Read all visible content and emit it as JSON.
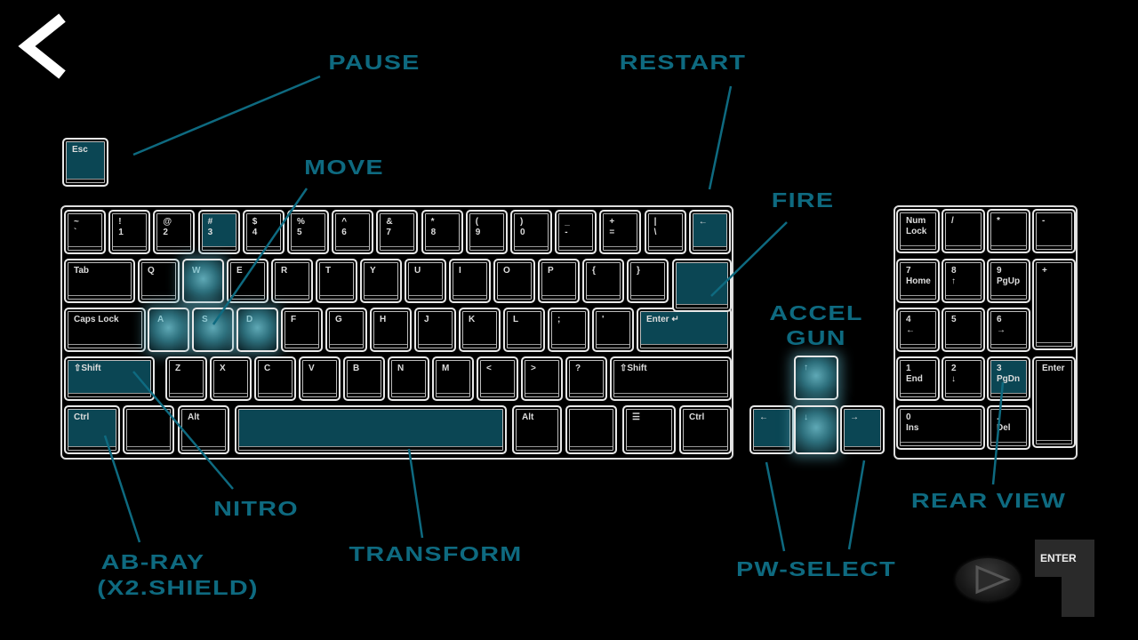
{
  "colors": {
    "accent": "#0e6a80",
    "key_highlight": "#0b4654"
  },
  "labels": {
    "pause": "PAUSE",
    "restart": "RESTART",
    "move": "MOVE",
    "fire": "FIRE",
    "accel": "ACCEL",
    "gun": "GUN",
    "nitro": "NITRO",
    "abray": "AB-RAY",
    "abray_sub": "(X2.SHIELD)",
    "transform": "TRANSFORM",
    "pw_select": "PW-SELECT",
    "rear_view": "REAR VIEW"
  },
  "esc_key": "Esc",
  "enter_button": "ENTER",
  "icons": {
    "back": "chevron-left-icon",
    "play": "play-icon"
  },
  "keyboard": {
    "row1": [
      "~\n`",
      "!\n1",
      "@\n2",
      "#\n3",
      "$\n4",
      "%\n5",
      "^\n6",
      "&\n7",
      "*\n8",
      "(\n9",
      ")\n0",
      "_\n-",
      "+\n=",
      "|\n\\",
      "←"
    ],
    "row2": [
      "Tab",
      "Q",
      "W",
      "E",
      "R",
      "T",
      "Y",
      "U",
      "I",
      "O",
      "P",
      "{",
      "}"
    ],
    "row3": [
      "Caps Lock",
      "A",
      "S",
      "D",
      "F",
      "G",
      "H",
      "J",
      "K",
      "L",
      ";",
      "'",
      "Enter ↵"
    ],
    "row4": [
      "⇧Shift",
      "Z",
      "X",
      "C",
      "V",
      "B",
      "N",
      "M",
      "<",
      ">",
      "?",
      "⇧Shift"
    ],
    "row5": [
      "Ctrl",
      "",
      "Alt",
      "",
      "Alt",
      "",
      "☰",
      "Ctrl"
    ],
    "arrows": [
      "↑",
      "←",
      "↓",
      "→"
    ],
    "numpad": [
      "Num\nLock",
      "/",
      "*",
      "-",
      "7\nHome",
      "8\n↑",
      "9\nPgUp",
      "+",
      "4\n←",
      "5",
      "6\n→",
      "1\nEnd",
      "2\n↓",
      "3\nPgDn",
      "Enter",
      "0\nIns",
      ".\nDel"
    ]
  }
}
